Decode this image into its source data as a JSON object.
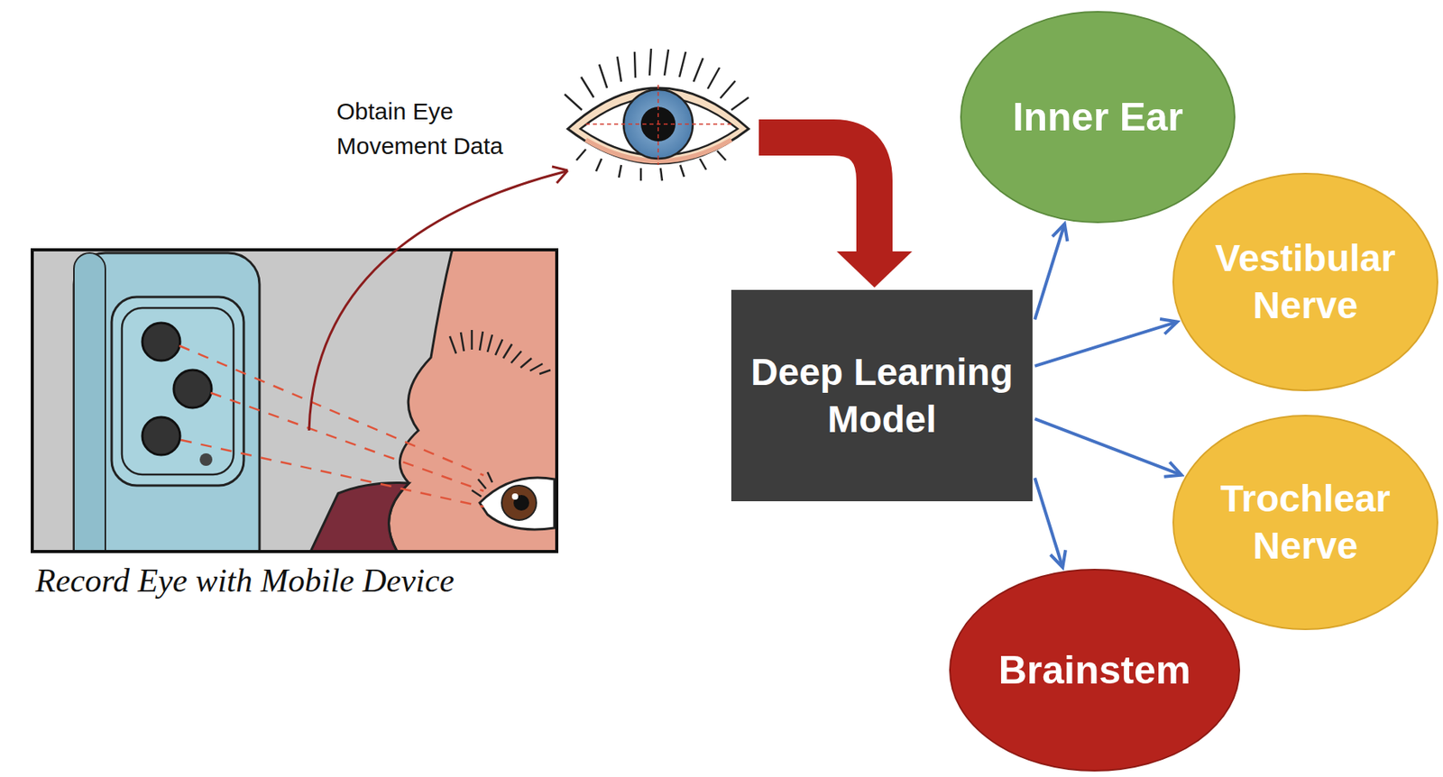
{
  "diagram": {
    "nodes": [
      {
        "text": [
          "Deep Learning Model"
        ]
      },
      {
        "text": [
          "Inner Ear"
        ]
      },
      {
        "text": [
          "Vestibular Nerve"
        ]
      },
      {
        "text": [
          "Trochlear Nerve"
        ]
      },
      {
        "text": [
          "Brainstem"
        ]
      }
    ],
    "edges": [
      {
        "from": 0,
        "to": 1,
        "arrow": "to"
      },
      {
        "from": 0,
        "to": 2,
        "arrow": "to"
      },
      {
        "from": 0,
        "to": 3,
        "arrow": "to"
      },
      {
        "from": 0,
        "to": 4,
        "arrow": "to"
      }
    ],
    "labels": [
      "Obtain Eye Movement Data",
      "Record Eye with Mobile Device"
    ]
  }
}
